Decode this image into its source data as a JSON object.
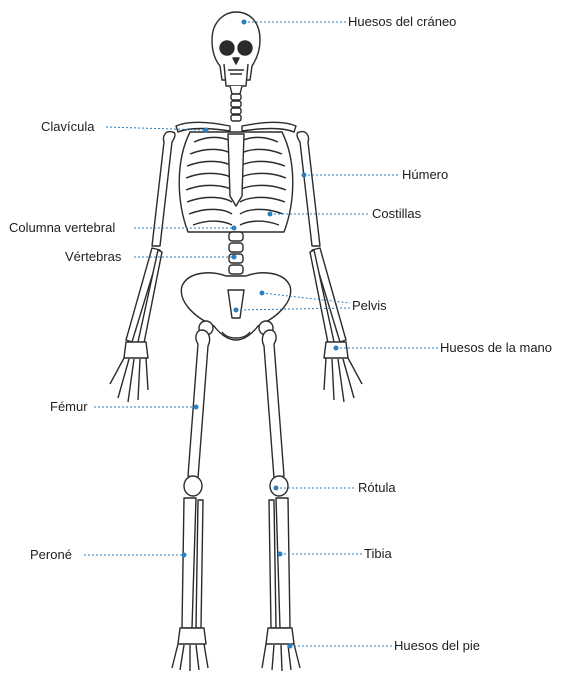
{
  "labels": {
    "skull": "Huesos del cráneo",
    "clavicle": "Clavícula",
    "humerus": "Húmero",
    "ribs": "Costillas",
    "spine": "Columna vertebral",
    "vertebrae": "Vértebras",
    "pelvis": "Pelvis",
    "hand": "Huesos de la mano",
    "femur": "Fémur",
    "patella": "Rótula",
    "fibula": "Peroné",
    "tibia": "Tibia",
    "foot": "Huesos del pie"
  },
  "colors": {
    "leader": "#2a7fc1",
    "bone_outline": "#2b2b2b",
    "bone_fill": "#ffffff",
    "text": "#1e1e1e"
  }
}
